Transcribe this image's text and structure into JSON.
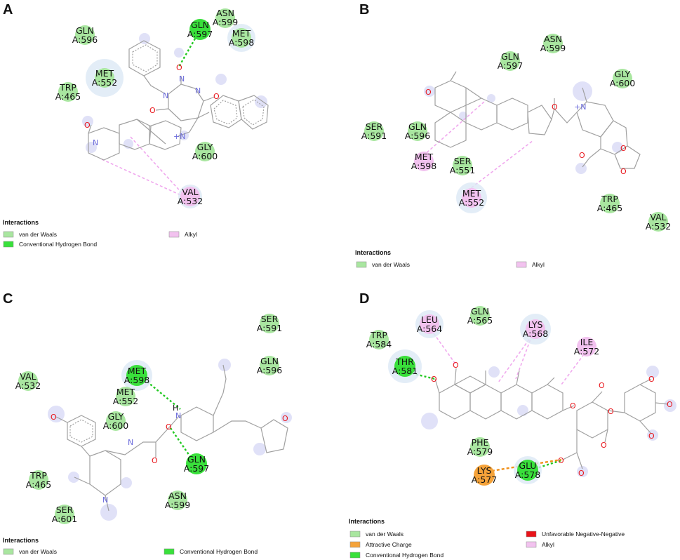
{
  "panels": [
    {
      "letter": "A",
      "legend_title": "Interactions",
      "residues": [
        {
          "name": "GLN",
          "num": "A:596",
          "type": "vdw"
        },
        {
          "name": "ASN",
          "num": "A:599",
          "type": "vdw"
        },
        {
          "name": "GLN",
          "num": "A:597",
          "type": "hbond"
        },
        {
          "name": "MET",
          "num": "A:598",
          "type": "vdw"
        },
        {
          "name": "MET",
          "num": "A:552",
          "type": "vdw"
        },
        {
          "name": "TRP",
          "num": "A:465",
          "type": "vdw"
        },
        {
          "name": "GLY",
          "num": "A:600",
          "type": "vdw"
        },
        {
          "name": "VAL",
          "num": "A:532",
          "type": "alkyl"
        }
      ],
      "legend": [
        {
          "label": "van der Waals",
          "type": "vdw"
        },
        {
          "label": "Conventional Hydrogen Bond",
          "type": "hbond"
        },
        {
          "label": "Alkyl",
          "type": "alkyl"
        }
      ]
    },
    {
      "letter": "B",
      "legend_title": "Interactions",
      "residues": [
        {
          "name": "ASN",
          "num": "A:599",
          "type": "vdw"
        },
        {
          "name": "GLN",
          "num": "A:597",
          "type": "vdw"
        },
        {
          "name": "GLY",
          "num": "A:600",
          "type": "vdw"
        },
        {
          "name": "SER",
          "num": "A:591",
          "type": "vdw"
        },
        {
          "name": "GLN",
          "num": "A:596",
          "type": "vdw"
        },
        {
          "name": "MET",
          "num": "A:598",
          "type": "alkyl"
        },
        {
          "name": "SER",
          "num": "A:551",
          "type": "vdw"
        },
        {
          "name": "MET",
          "num": "A:552",
          "type": "alkyl"
        },
        {
          "name": "TRP",
          "num": "A:465",
          "type": "vdw"
        },
        {
          "name": "VAL",
          "num": "A:532",
          "type": "vdw"
        }
      ],
      "legend": [
        {
          "label": "van der Waals",
          "type": "vdw"
        },
        {
          "label": "Alkyl",
          "type": "alkyl"
        }
      ]
    },
    {
      "letter": "C",
      "legend_title": "Interactions",
      "residues": [
        {
          "name": "SER",
          "num": "A:591",
          "type": "vdw"
        },
        {
          "name": "GLN",
          "num": "A:596",
          "type": "vdw"
        },
        {
          "name": "VAL",
          "num": "A:532",
          "type": "vdw"
        },
        {
          "name": "MET",
          "num": "A:598",
          "type": "hbond"
        },
        {
          "name": "MET",
          "num": "A:552",
          "type": "vdw"
        },
        {
          "name": "GLY",
          "num": "A:600",
          "type": "vdw"
        },
        {
          "name": "GLN",
          "num": "A:597",
          "type": "hbond"
        },
        {
          "name": "TRP",
          "num": "A:465",
          "type": "vdw"
        },
        {
          "name": "ASN",
          "num": "A:599",
          "type": "vdw"
        },
        {
          "name": "SER",
          "num": "A:601",
          "type": "vdw"
        }
      ],
      "legend": [
        {
          "label": "van der Waals",
          "type": "vdw"
        },
        {
          "label": "Conventional Hydrogen Bond",
          "type": "hbond"
        }
      ]
    },
    {
      "letter": "D",
      "legend_title": "Interactions",
      "residues": [
        {
          "name": "TRP",
          "num": "A:584",
          "type": "vdw"
        },
        {
          "name": "LEU",
          "num": "A:564",
          "type": "alkyl"
        },
        {
          "name": "GLN",
          "num": "A:565",
          "type": "vdw"
        },
        {
          "name": "LYS",
          "num": "A:568",
          "type": "alkyl"
        },
        {
          "name": "ILE",
          "num": "A:572",
          "type": "alkyl"
        },
        {
          "name": "THR",
          "num": "A:581",
          "type": "hbond"
        },
        {
          "name": "PHE",
          "num": "A:579",
          "type": "vdw"
        },
        {
          "name": "LYS",
          "num": "A:577",
          "type": "charge"
        },
        {
          "name": "GLU",
          "num": "A:578",
          "type": "hbond"
        }
      ],
      "legend": [
        {
          "label": "van der Waals",
          "type": "vdw"
        },
        {
          "label": "Attractive Charge",
          "type": "charge"
        },
        {
          "label": "Conventional Hydrogen Bond",
          "type": "hbond"
        },
        {
          "label": "Unfavorable Negative-Negative",
          "type": "unfav"
        },
        {
          "label": "Alkyl",
          "type": "alkyl"
        }
      ]
    }
  ],
  "atoms": {
    "oxygen": "O",
    "nitrogen": "N",
    "cation": "+N",
    "hydrogen": "H"
  },
  "colors": {
    "vdw": "#a9e6a0",
    "hbond": "#39e03b",
    "alkyl": "#f2c2ef",
    "charge": "#f5a33a",
    "unfav": "#e8141a",
    "halo": "#dce8f5",
    "atom_halo": "#c7c9f2",
    "oxygen": "#e8141a",
    "nitrogen": "#6b6bdb",
    "bond": "#a0a0a0",
    "hbond_line": "#22c922",
    "alkyl_line": "#f0a8ee",
    "charge_line": "#f0901a"
  }
}
